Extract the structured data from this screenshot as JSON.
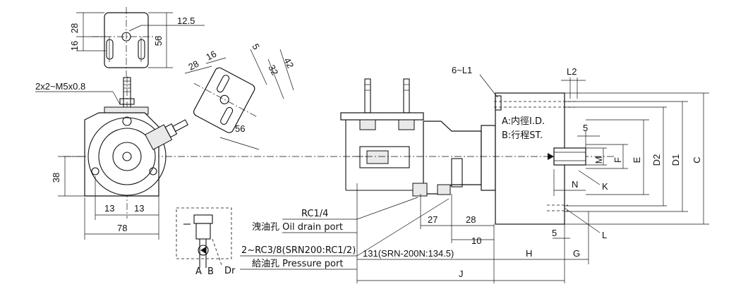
{
  "dimensions": {
    "d28": "28",
    "d16": "16",
    "d12_5": "12.5",
    "d56": "56",
    "p28": "28",
    "p16": "16",
    "p5": "5",
    "p32": "32",
    "p42": "42",
    "p56": "56",
    "screw": "2x2~M5x0.8",
    "d38": "38",
    "d13a": "13",
    "d13b": "13",
    "d78": "78",
    "l1": "6~L1",
    "l2": "L2",
    "r5": "5",
    "r27": "27",
    "r28": "28",
    "r10": "10",
    "r5b": "5",
    "h": "H",
    "g": "G",
    "j": "J",
    "c": "C",
    "d1": "D1",
    "d2": "D2",
    "e": "E",
    "f": "F",
    "m": "M",
    "n": "N",
    "k": "K",
    "l": "L",
    "len131": "131(SRN-200N:134.5)"
  },
  "legend": {
    "a_line": "A:内徑I.D.",
    "b_line": "B:行程ST."
  },
  "ports": {
    "rc14": "RC1/4",
    "drain": "洩油孔 Oil drain port",
    "rc38": "2~RC3/8(SRN200:RC1/2)",
    "pressure": "給油孔 Pressure port"
  },
  "schematic": {
    "a": "A",
    "b": "B",
    "dr": "Dr"
  }
}
